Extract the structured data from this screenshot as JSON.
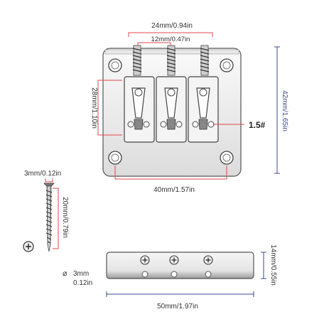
{
  "labels": {
    "top_width": "24mm/0.94in",
    "spacing": "12mm/0.47in",
    "height_left": "28mm/1.10in",
    "height_right": "42mm/1.65in",
    "screw_size": "1.5#",
    "base_width": "40mm/1.57in",
    "screw_diameter": "3mm/0.12in",
    "screw_length": "20mm/0.79in",
    "side_height": "14mm/0.55in",
    "hole_size_mm": "3mm",
    "hole_size_in": "0.12in",
    "side_width": "50mm/1.97in",
    "diameter_symbol": "⌀"
  },
  "colors": {
    "dimension_red": "#e0474c",
    "dimension_blue": "#3b4a8c",
    "metal_light": "#f2f2f2",
    "metal_dark": "#6b6b6b",
    "outline": "#555555"
  }
}
